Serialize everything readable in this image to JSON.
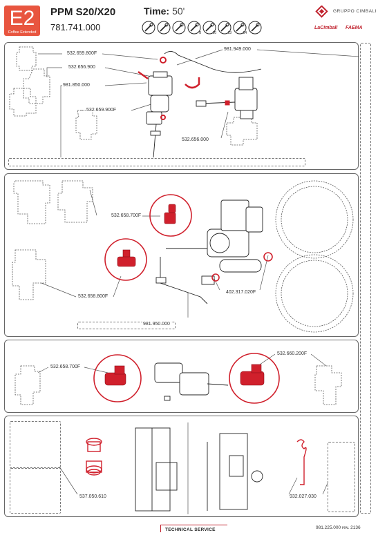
{
  "header": {
    "code": "E2",
    "code_subtitle": "Coffee Extended",
    "model": "PPM S20/X20",
    "part_number": "781.741.000",
    "time_label": "Time:",
    "time_value": "50'",
    "tools": [
      {
        "icon": "phillips-screwdriver-icon",
        "label": ""
      },
      {
        "icon": "flat-screwdriver-icon",
        "label": ""
      },
      {
        "icon": "wrench-icon",
        "label": ""
      },
      {
        "icon": "wrench-icon",
        "label": "8"
      },
      {
        "icon": "wrench-icon",
        "label": "10"
      },
      {
        "icon": "wrench-icon",
        "label": "13"
      },
      {
        "icon": "wrench-icon",
        "label": "14"
      },
      {
        "icon": "pliers-icon",
        "label": ""
      }
    ],
    "brand_group": "GRUPPO CIMBALI",
    "brand_cimbali": "LaCimbali",
    "brand_faema": "FAEMA",
    "accent_color": "#e8553f"
  },
  "panel1": {
    "callouts": [
      "532.659.800F",
      "532.656.900",
      "981.850.000",
      "532.659.900F",
      "981.949.000",
      "532.656.000"
    ]
  },
  "panel2": {
    "callouts": [
      "532.658.700F",
      "532.658.800F",
      "402.317.020F",
      "981.950.000"
    ]
  },
  "panel3": {
    "callouts": [
      "532.658.700F",
      "532.660.200F"
    ]
  },
  "panel4": {
    "callouts": [
      "537.050.610",
      "932.027.030"
    ]
  },
  "footer": {
    "section": "TECHNICAL SERVICE",
    "revision": "981.225.000 rev. 2136"
  }
}
